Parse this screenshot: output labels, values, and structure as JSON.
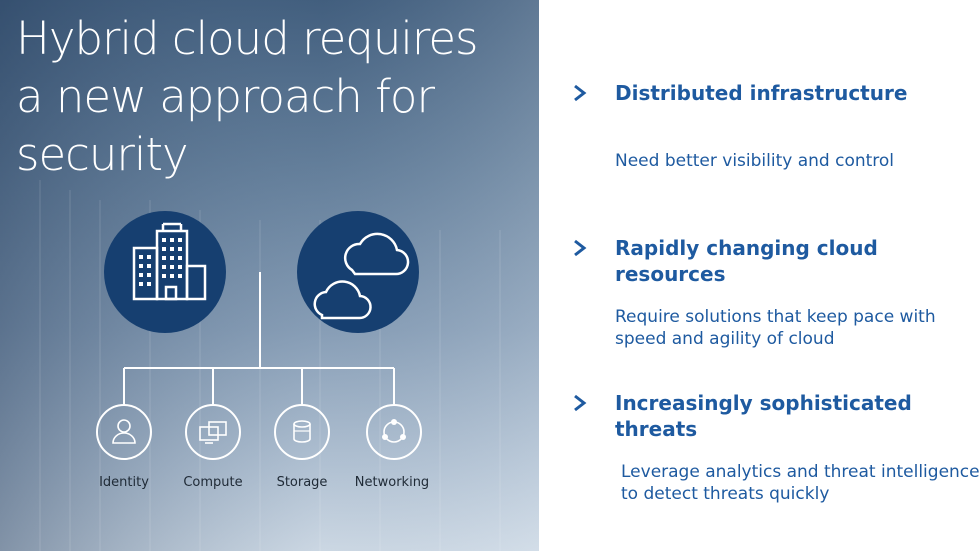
{
  "headline": "Hybrid cloud requires a new approach for security",
  "diagram": {
    "icons": [
      {
        "name": "building-icon"
      },
      {
        "name": "clouds-icon"
      }
    ],
    "labels": [
      "Identity",
      "Compute",
      "Storage",
      "Networking"
    ]
  },
  "sections": [
    {
      "title": "Distributed infrastructure",
      "desc": "Need better visibility and control"
    },
    {
      "title": "Rapidly changing cloud resources",
      "desc": "Require solutions that keep pace with speed and agility of cloud"
    },
    {
      "title": "Increasingly sophisticated threats",
      "desc": "Leverage analytics and threat intelligence to detect threats quickly"
    }
  ],
  "colors": {
    "accent": "#1e5aa0",
    "circle": "#163f70"
  }
}
